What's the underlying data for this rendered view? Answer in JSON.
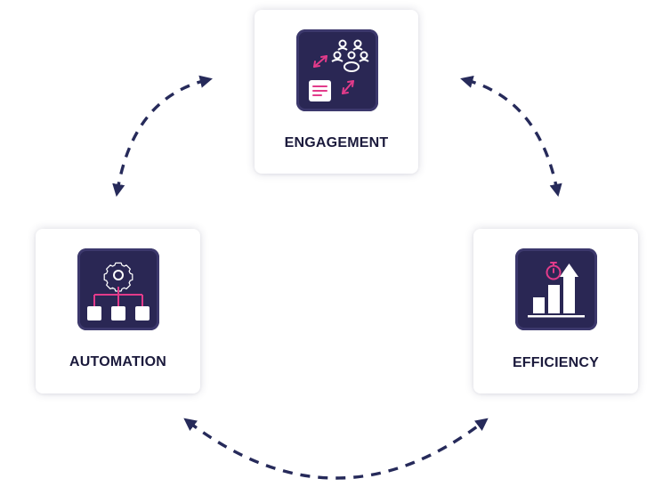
{
  "nodes": {
    "engagement": {
      "label": "ENGAGEMENT",
      "icon": "engagement-icon"
    },
    "automation": {
      "label": "AUTOMATION",
      "icon": "automation-icon"
    },
    "efficiency": {
      "label": "EFFICIENCY",
      "icon": "efficiency-icon"
    }
  },
  "colors": {
    "tile": "#2a2754",
    "accent": "#e23b8a",
    "arrow": "#262a5a",
    "text": "#1b1a3c"
  }
}
